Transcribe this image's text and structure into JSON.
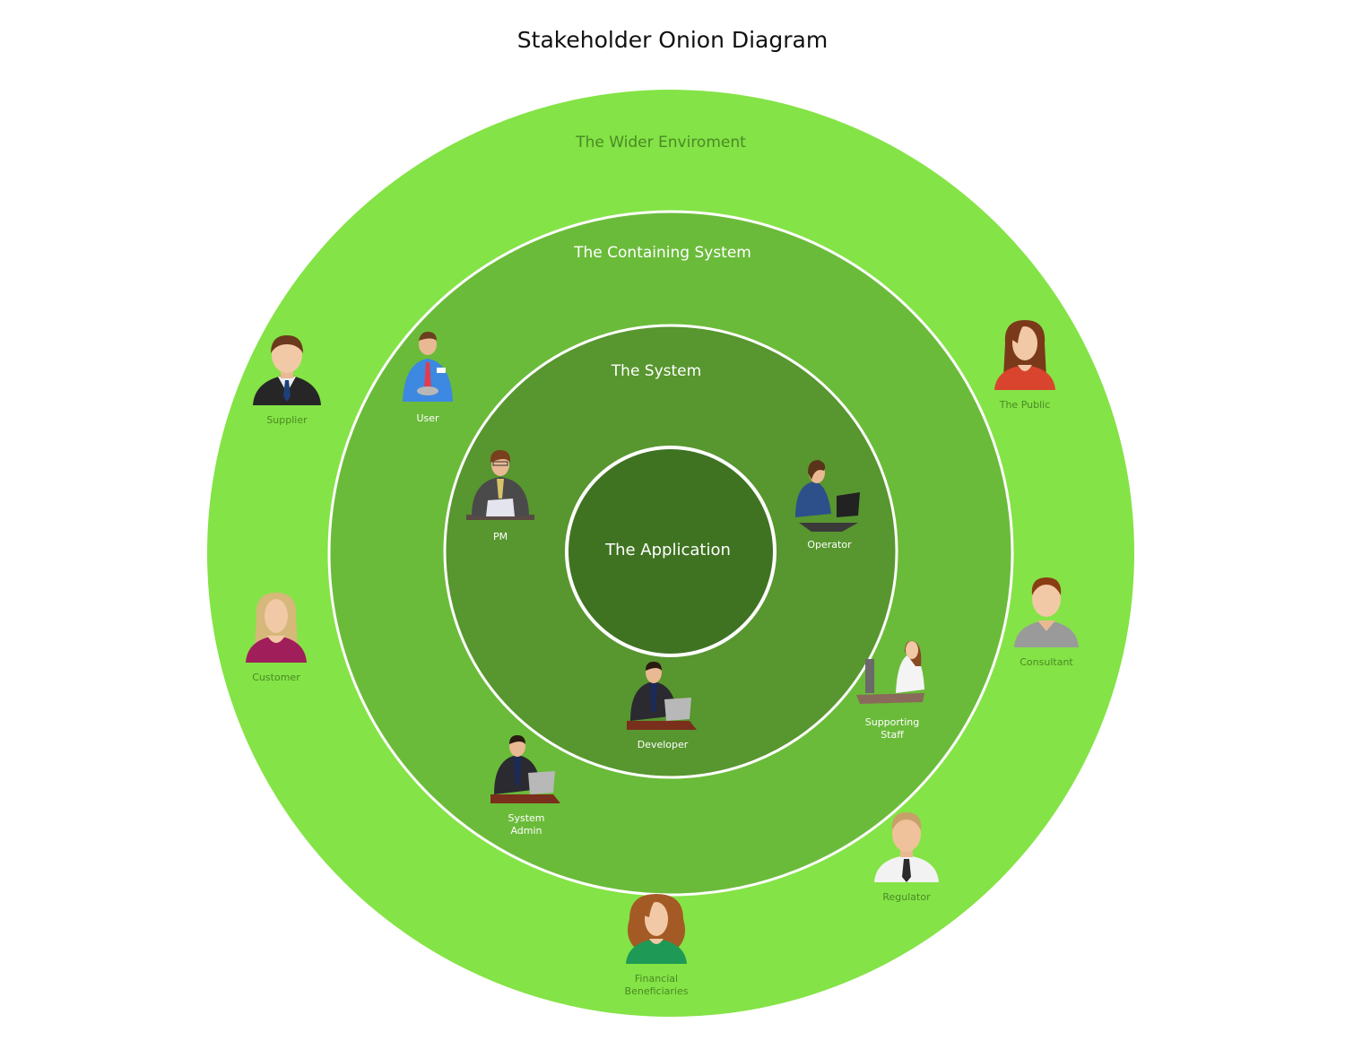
{
  "title": "Stakeholder Onion Diagram",
  "colors": {
    "wider": "#84e346",
    "containing": "#6bbb3a",
    "system": "#58962f",
    "application": "#3f7322",
    "ring_border": "#ffffff",
    "outer_text": "#4a8a25"
  },
  "rings": {
    "wider": "The Wider Enviroment",
    "containing": "The Containing System",
    "system": "The System",
    "application": "The Application"
  },
  "stakeholders": {
    "supplier": {
      "label": "Supplier",
      "icon": "businessman-avatar"
    },
    "user": {
      "label": "User",
      "icon": "user-with-device"
    },
    "public": {
      "label": "The Public",
      "icon": "woman-avatar"
    },
    "pm": {
      "label": "PM",
      "icon": "man-reading-paper"
    },
    "operator": {
      "label": "Operator",
      "icon": "woman-at-laptop"
    },
    "customer": {
      "label": "Customer",
      "icon": "blonde-woman-avatar"
    },
    "consultant": {
      "label": "Consultant",
      "icon": "man-avatar"
    },
    "developer": {
      "label": "Developer",
      "icon": "man-at-desk-laptop"
    },
    "support": {
      "label": "Supporting\nStaff",
      "icon": "woman-at-computer"
    },
    "sysadmin": {
      "label": "System\nAdmin",
      "icon": "man-at-desk-laptop"
    },
    "regulator": {
      "label": "Regulator",
      "icon": "man-white-shirt-avatar"
    },
    "financial": {
      "label": "Financial\nBeneficiaries",
      "icon": "curly-haired-woman-avatar"
    }
  }
}
